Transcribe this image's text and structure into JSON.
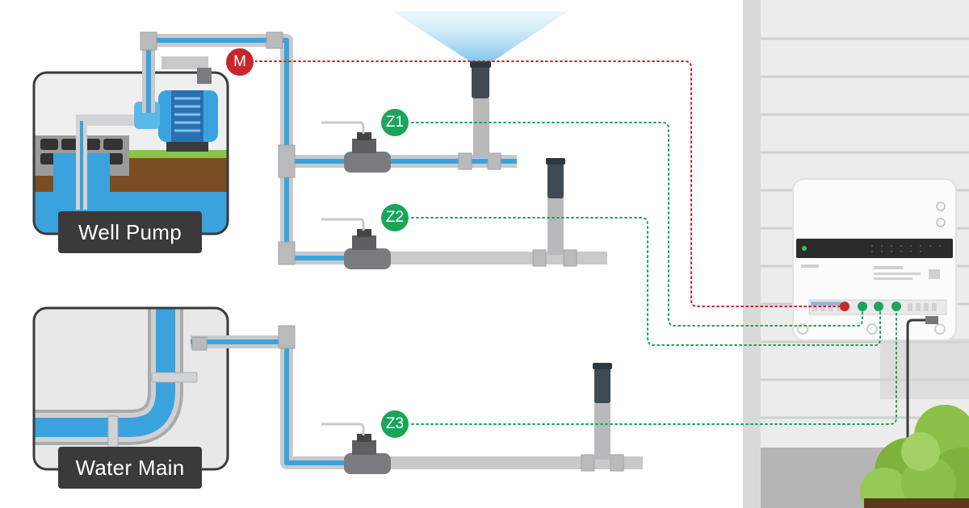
{
  "labels": {
    "well_pump": "Well Pump",
    "water_main": "Water Main"
  },
  "badges": {
    "master": "M",
    "zone1": "Z1",
    "zone2": "Z2",
    "zone3": "Z3"
  },
  "colors": {
    "water": "#3aa3de",
    "pipe": "#c8c9cb",
    "zone_green": "#1aa55a",
    "master_red": "#c8252c",
    "label_bg": "#3a3a3a",
    "wall": "#e4e4e4",
    "soil": "#7b4d22",
    "grass": "#8bc34a"
  },
  "icons": {
    "sprinkler": "sprinkler-head-icon",
    "valve": "solenoid-valve-icon",
    "pump": "pump-motor-icon",
    "controller": "irrigation-controller-icon"
  }
}
